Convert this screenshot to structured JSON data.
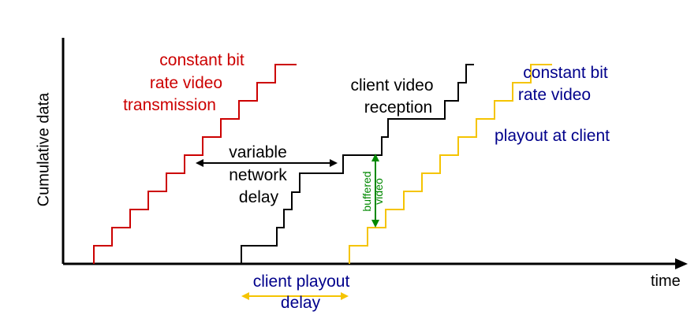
{
  "axes": {
    "y_label": "Cumulative data",
    "x_label": "time"
  },
  "labels": {
    "transmission": [
      "constant bit",
      "rate video",
      "transmission"
    ],
    "network_delay": [
      "variable",
      "network",
      "delay"
    ],
    "reception": [
      "client video",
      "reception"
    ],
    "playout": [
      "constant bit",
      "rate video",
      "playout at client"
    ],
    "buffered": [
      "buffered",
      "video"
    ],
    "client_playout_delay": [
      "client playout",
      "delay"
    ]
  },
  "colors": {
    "transmission": "#cc0000",
    "reception": "#000000",
    "playout": "#f5c400",
    "buffered": "#008800",
    "playout_delay_text": "#00008b",
    "axis": "#000000"
  }
}
